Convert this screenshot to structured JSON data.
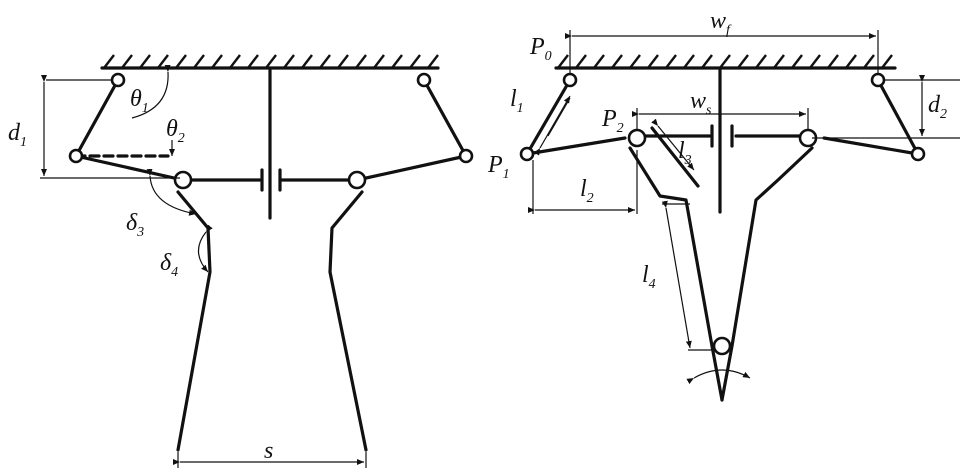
{
  "left_diagram": {
    "theta1": {
      "main": "θ",
      "sub": "1"
    },
    "theta2": {
      "main": "θ",
      "sub": "2"
    },
    "d1": {
      "main": "d",
      "sub": "1"
    },
    "delta3": {
      "main": "δ",
      "sub": "3"
    },
    "delta4": {
      "main": "δ",
      "sub": "4"
    },
    "s": {
      "main": "s",
      "sub": ""
    }
  },
  "right_diagram": {
    "P0": {
      "main": "P",
      "sub": "0"
    },
    "P1": {
      "main": "P",
      "sub": "1"
    },
    "P2": {
      "main": "P",
      "sub": "2"
    },
    "wf": {
      "main": "w",
      "sub": "f"
    },
    "ws": {
      "main": "w",
      "sub": "s"
    },
    "l1": {
      "main": "l",
      "sub": "1"
    },
    "l2": {
      "main": "l",
      "sub": "2"
    },
    "l3": {
      "main": "l",
      "sub": "3"
    },
    "l4": {
      "main": "l",
      "sub": "4"
    },
    "d2": {
      "main": "d",
      "sub": "2"
    }
  },
  "colors": {
    "line": "#111111",
    "background": "#ffffff"
  }
}
